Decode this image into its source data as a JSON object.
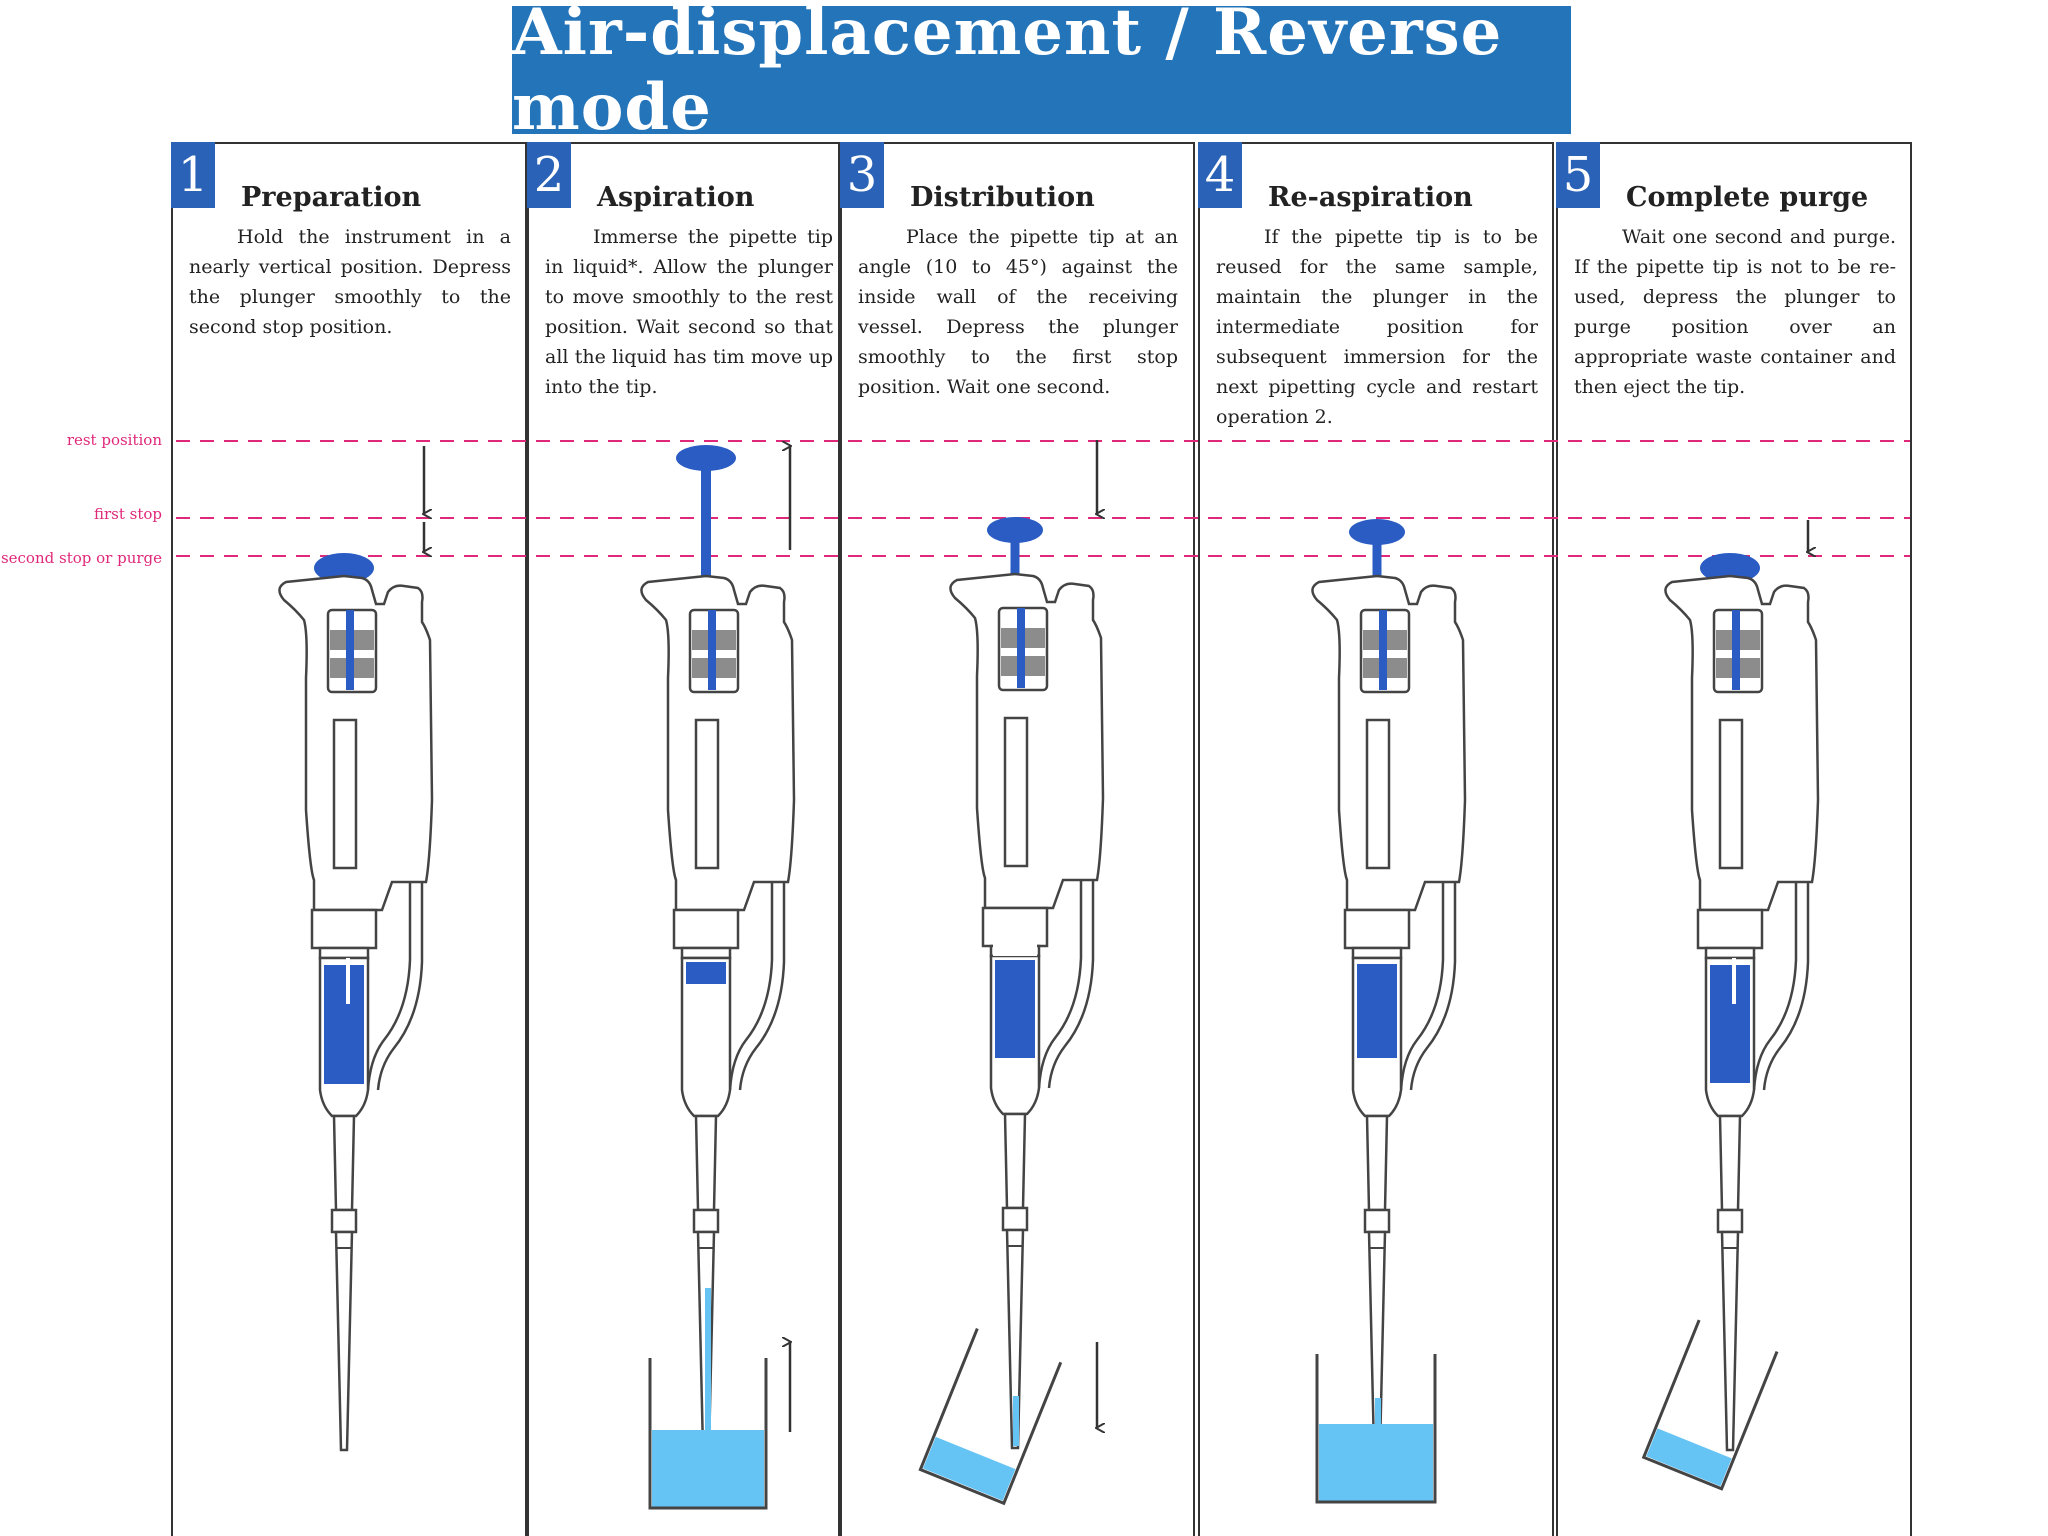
{
  "title": "Air-displacement / Reverse mode",
  "stop_labels": {
    "rest": "rest position",
    "first": "first stop",
    "second": "second stop or purge"
  },
  "steps": [
    {
      "number": "1",
      "title": "Preparation",
      "text": "Hold the instrument in a nearly vertical position. Depress the plunger smoothly to the second stop position."
    },
    {
      "number": "2",
      "title": "Aspiration",
      "text": "Immerse the pipette tip in liquid*. Allow the plunger to move smoothly to the rest position. Wait second so that all the liquid has tim move up into the tip."
    },
    {
      "number": "3",
      "title": "Distribution",
      "text": "Place the pipette tip at an angle (10 to 45°) against the inside wall of the receiving vessel. Depress the plunger smoothly to the first stop position. Wait one second."
    },
    {
      "number": "4",
      "title": "Re-aspiration",
      "text": "If the pipette tip is to be reused for the same sample, maintain the plunger in the intermediate position for subsequent immersion for the next pipetting cycle and restart operation 2."
    },
    {
      "number": "5",
      "title": "Complete purge",
      "text": "Wait one second and purge. If the pipette tip is not to be re-used, depress the plunger to purge position over an appropriate waste container and then eject the tip."
    }
  ],
  "colors": {
    "banner": "#2474b9",
    "step_badge": "#2a62b7",
    "liquid_dark": "#2a5cc4",
    "liquid_light": "#66c4f5",
    "stop_lines": "#e0287a"
  }
}
